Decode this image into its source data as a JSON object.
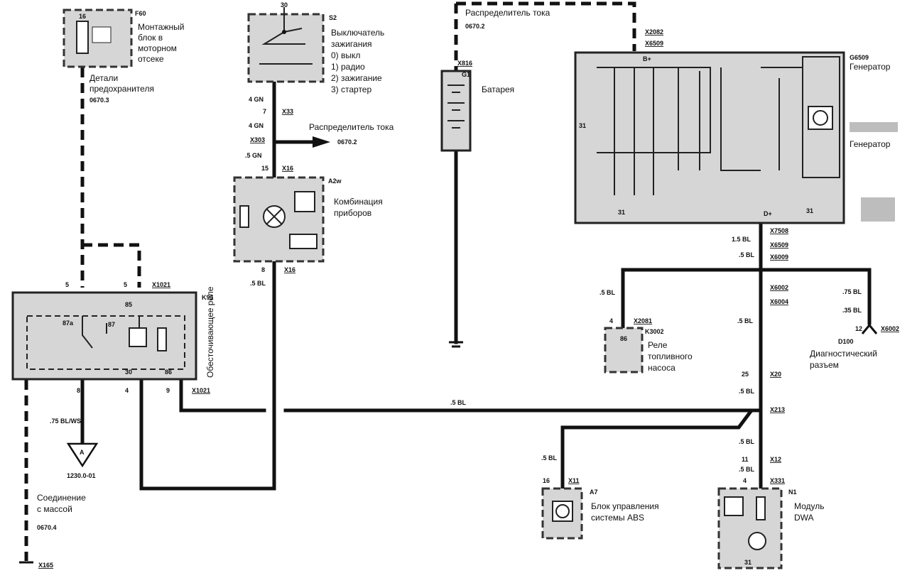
{
  "components": {
    "f60": {
      "id": "F60",
      "line1": "Монтажный",
      "line2": "блок в",
      "line3": "моторном",
      "line4": "отсеке",
      "fuse_number": "16"
    },
    "fuse_details": {
      "line1": "Детали",
      "line2": "предохранителя",
      "ref": "0670.3"
    },
    "s2": {
      "id": "S2",
      "terminal": "30",
      "line1": "Выключатель",
      "line2": "зажигания",
      "pos0": "0) выкл",
      "pos1": "1) радио",
      "pos2": "2) зажигание",
      "pos3": "3) стартер"
    },
    "g1": {
      "id": "G1",
      "label": "Батарея",
      "connector": "X816"
    },
    "g6509": {
      "id": "G6509",
      "label1": "Генератор",
      "label2": "Генератор",
      "terminal_b": "B+",
      "terminal_d": "D+",
      "ground1": "31",
      "ground2": "31",
      "ground3": "31"
    },
    "a2w": {
      "id": "A2w",
      "line1": "Комбинация",
      "line2": "приборов"
    },
    "k91": {
      "id": "K91",
      "label": "Обесточивающее реле",
      "pin_87a": "87a",
      "pin_87": "87",
      "pin_85": "85",
      "pin_30": "30",
      "pin_86": "86"
    },
    "k3002": {
      "id": "K3002",
      "line1": "Реле",
      "line2": "топливного",
      "line3": "насоса",
      "pin": "86"
    },
    "d100": {
      "id": "D100",
      "line1": "Диагностический",
      "line2": "разъем",
      "connector": "X6002",
      "pin": "12"
    },
    "a7": {
      "id": "A7",
      "line1": "Блок управления",
      "line2": "системы ABS",
      "connector": "X11",
      "pin": "16"
    },
    "n1": {
      "id": "N1",
      "line1": "Модуль",
      "line2": "DWA",
      "connector": "X331",
      "pin": "4",
      "ground": "31"
    },
    "ground_conn": {
      "line1": "Соединение",
      "line2": "с массой",
      "ref": "0670.4",
      "connector": "X165"
    },
    "ground_ref": {
      "letter": "A",
      "ref": "1230.0-01"
    }
  },
  "distributors": {
    "top": {
      "label": "Распределитель тока",
      "ref": "0670.2"
    },
    "mid": {
      "label": "Распределитель тока",
      "ref": "0670.2"
    }
  },
  "wires": {
    "s2_pin7": "4 GN",
    "s2_conn": "X33",
    "s2_pin7_num": "7",
    "mid_wire": "4 GN",
    "mid_conn": "X303",
    "a2w_in": ".5 GN",
    "a2w_in_pin": "15",
    "a2w_in_conn": "X16",
    "a2w_out_pin": "8",
    "a2w_out_conn": "X16",
    "a2w_out_wire": ".5 BL",
    "k91_top_pin1": "5",
    "k91_top_pin2": "5",
    "k91_top_conn": "X1021",
    "k91_bot_pin1": "8",
    "k91_bot_pin2": "4",
    "k91_bot_pin3": "9",
    "k91_bot_conn": "X1021",
    "ground_wire": ".75 BL/WS",
    "main_bus": ".5 BL",
    "gen_out": "1.5 BL",
    "gen_conn": "X7508",
    "gen_conn2": "X6509",
    "gen_top_conn1": "X2082",
    "gen_top_conn2": "X6509",
    "gen_mid_wire": ".5 BL",
    "gen_mid_conn": "X6009",
    "k3002_wire": ".5 BL",
    "k3002_pin": "4",
    "k3002_conn": "X2081",
    "d100_wire1": ".75 BL",
    "d100_wire2": ".35 BL",
    "right_conn1": "X6002",
    "right_conn2": "X6004",
    "right_wire": ".5 BL",
    "x20_pin": "25",
    "x20_conn": "X20",
    "x20_wire": ".5 BL",
    "x213": "X213",
    "x12_wire": ".5 BL",
    "x12_pin": "11",
    "x12_conn": "X12",
    "x12_wire2": ".5 BL",
    "a7_wire": ".5 BL"
  }
}
